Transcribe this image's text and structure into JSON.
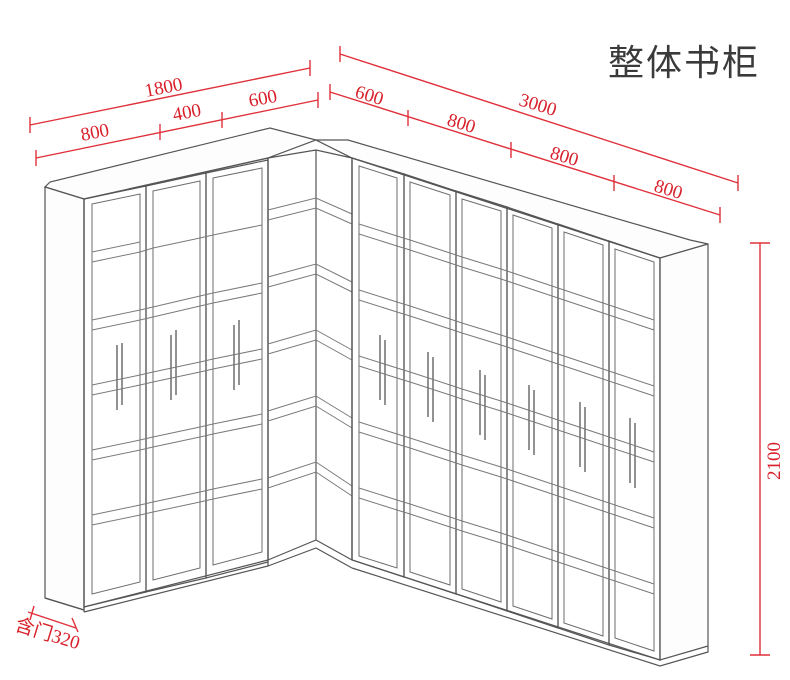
{
  "title": "整体书柜",
  "dimensions": {
    "left_total": "1800",
    "left_a": "800",
    "left_b": "400",
    "left_c": "600",
    "right_total": "3000",
    "right_a": "600",
    "right_b": "800",
    "right_c": "800",
    "right_d": "800",
    "height": "2100",
    "depth": "含门320"
  },
  "colors": {
    "dimension": "#e0303a",
    "outline": "#555555"
  }
}
